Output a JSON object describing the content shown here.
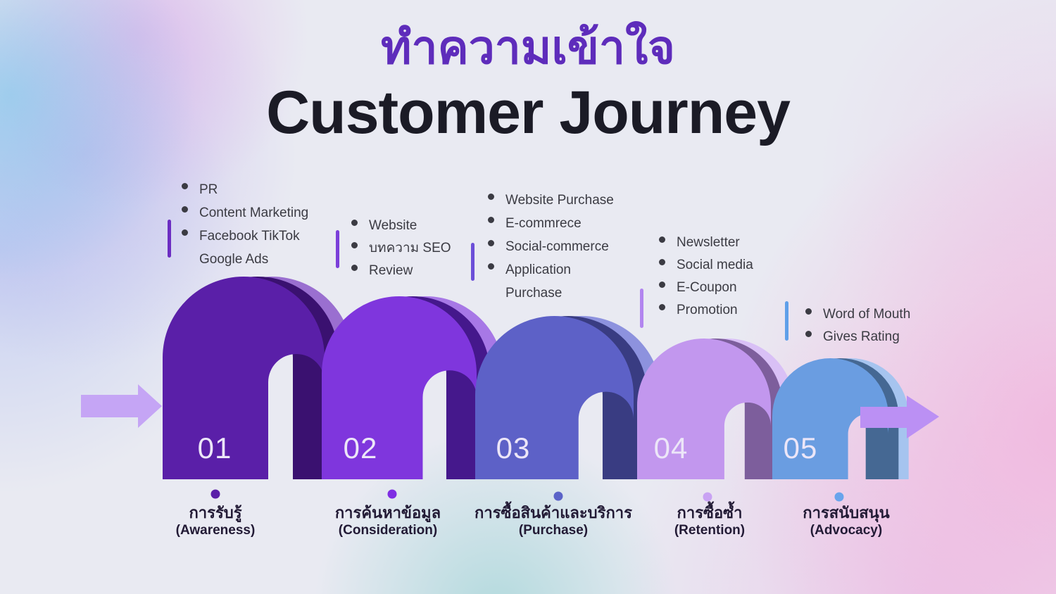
{
  "title": {
    "thai": "ทำความเข้าใจ",
    "english": "Customer Journey"
  },
  "arrows": {
    "left_color": "#c5a5f5",
    "right_color": "#bb90f4"
  },
  "stages": [
    {
      "number": "01",
      "colors": {
        "front": "#5a1fa8",
        "side": "#9a6fd0",
        "inner": "#3a1170",
        "bar": "#6c2dc2",
        "dot": "#5a1fa8"
      },
      "channels": [
        {
          "text": "PR",
          "bullet": true
        },
        {
          "text": "Content Marketing",
          "bullet": true
        },
        {
          "text": "Facebook TikTok",
          "bullet": true
        },
        {
          "text": "Google Ads",
          "bullet": false
        }
      ],
      "label": {
        "thai": "การรับรู้",
        "english": "(Awareness)"
      }
    },
    {
      "number": "02",
      "colors": {
        "front": "#7f36dd",
        "side": "#a778e6",
        "inner": "#45188c",
        "bar": "#7b3fd9",
        "dot": "#7f2ee3"
      },
      "channels": [
        {
          "text": "Website",
          "bullet": true
        },
        {
          "text": "บทความ SEO",
          "bullet": true
        },
        {
          "text": "Review",
          "bullet": true
        }
      ],
      "label": {
        "thai": "การค้นหาข้อมูล",
        "english": "(Consideration)"
      }
    },
    {
      "number": "03",
      "colors": {
        "front": "#5d61c7",
        "side": "#8d92de",
        "inner": "#393c82",
        "bar": "#6c4fd8",
        "dot": "#5b63c8"
      },
      "channels": [
        {
          "text": "Website Purchase",
          "bullet": true
        },
        {
          "text": "E-commrece",
          "bullet": true
        },
        {
          "text": "Social-commerce",
          "bullet": true
        },
        {
          "text": "Application",
          "bullet": true
        },
        {
          "text": "Purchase",
          "bullet": false
        }
      ],
      "label": {
        "thai": "การซื้อสินค้าและบริการ",
        "english": "(Purchase)"
      }
    },
    {
      "number": "04",
      "colors": {
        "front": "#c297ee",
        "side": "#d9c0f6",
        "inner": "#7d5e9c",
        "bar": "#b285ef",
        "dot": "#c9a2f3"
      },
      "channels": [
        {
          "text": "Newsletter",
          "bullet": true
        },
        {
          "text": "Social media",
          "bullet": true
        },
        {
          "text": "E-Coupon",
          "bullet": true
        },
        {
          "text": "Promotion",
          "bullet": true
        }
      ],
      "label": {
        "thai": "การซื้อซ้ำ",
        "english": "(Retention)"
      }
    },
    {
      "number": "05",
      "colors": {
        "front": "#6a9de1",
        "side": "#a6c4ef",
        "inner": "#456893",
        "bar": "#5f9fe9",
        "dot": "#68a4ec"
      },
      "channels": [
        {
          "text": "Word of Mouth",
          "bullet": true
        },
        {
          "text": "Gives Rating",
          "bullet": true
        }
      ],
      "label": {
        "thai": "การสนับสนุน",
        "english": "(Advocacy)"
      }
    }
  ]
}
